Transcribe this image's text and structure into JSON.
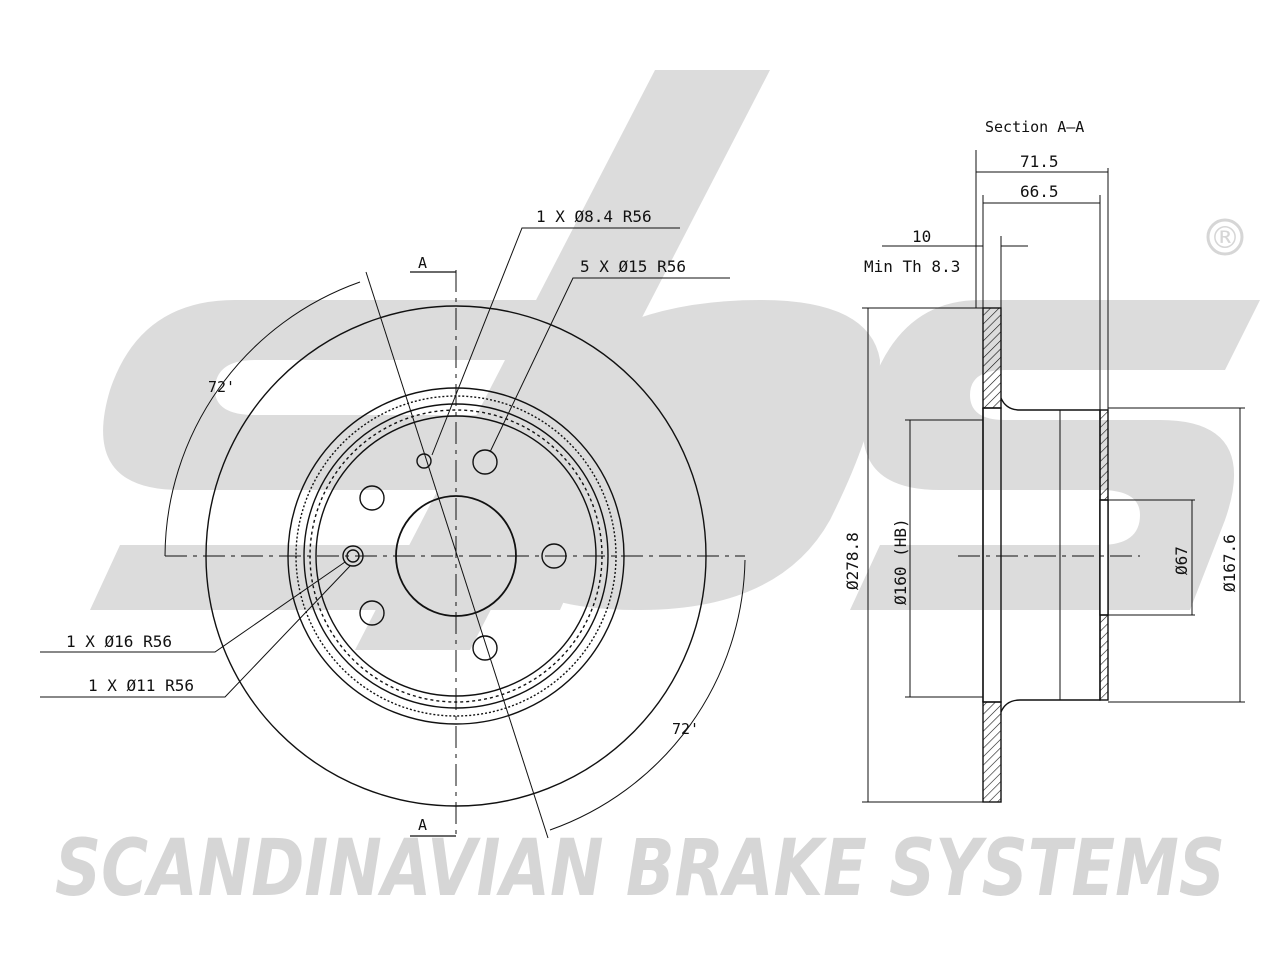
{
  "watermark": {
    "brand_text": "SCANDINAVIAN BRAKE SYSTEMS",
    "logo": "sbs",
    "registered_mark": "®",
    "color": "#d6d6d6"
  },
  "front_view": {
    "section_marker_top": "A",
    "section_marker_bottom": "A",
    "angle_label_left": "72'",
    "angle_label_right": "72'",
    "hole_callouts": {
      "hole_8_4": "1 X Ø8.4 R56",
      "hole_15": "5 X Ø15 R56",
      "hole_16": "1 X Ø16 R56",
      "hole_11": "1 X Ø11 R56"
    }
  },
  "section_view": {
    "title": "Section A–A",
    "overall_height": "71.5",
    "hat_height": "66.5",
    "thickness": "10",
    "min_thickness": "Min Th 8.3",
    "disc_diameter": "Ø278.8",
    "hb_diameter": "Ø160 (HB)",
    "center_bore": "Ø67",
    "hat_diameter": "Ø167.6"
  },
  "colors": {
    "line": "#111111",
    "watermark": "#d6d6d6"
  }
}
